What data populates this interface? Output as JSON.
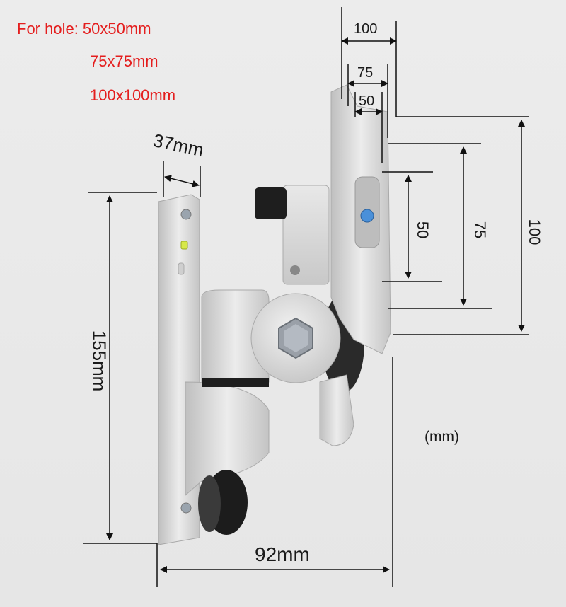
{
  "hole_note": {
    "line1": "For hole: 50x50mm",
    "line2": "75x75mm",
    "line3": "100x100mm"
  },
  "dimensions": {
    "top_100": "100",
    "top_75": "75",
    "top_50": "50",
    "depth": "37mm",
    "height": "155mm",
    "width": "92mm",
    "side_50": "50",
    "side_75": "75",
    "side_100": "100",
    "unit": "(mm)"
  },
  "colors": {
    "note_red": "#e41e1e",
    "metal": "#d8d8d8",
    "lines": "#111111"
  }
}
